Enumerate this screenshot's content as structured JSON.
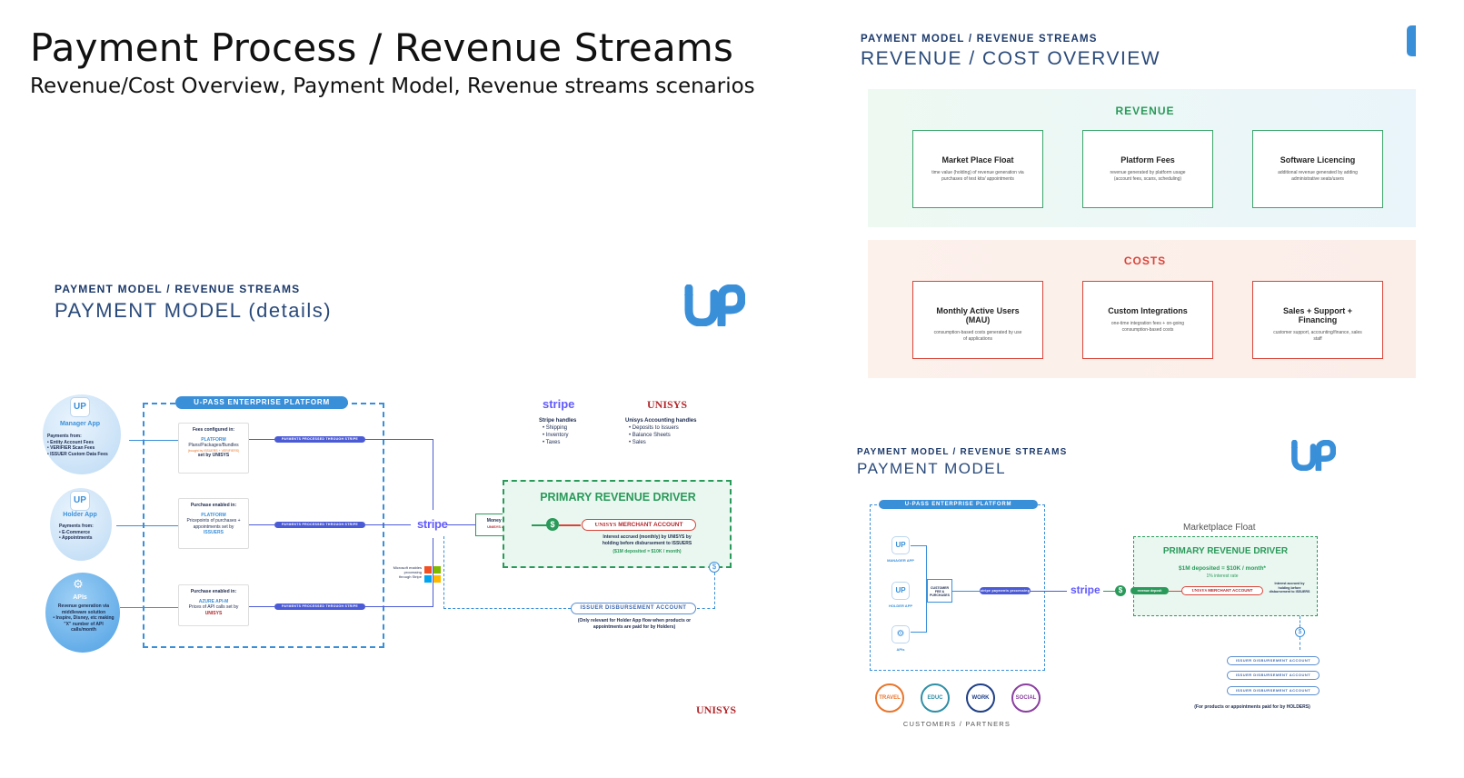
{
  "page": {
    "title": "Payment Process / Revenue Streams",
    "subtitle": "Revenue/Cost Overview, Payment Model, Revenue streams scenarios"
  },
  "colors": {
    "navy": "#1c3a6b",
    "blue": "#3a8fd9",
    "green": "#2a9a5a",
    "red": "#d9443a",
    "stripe": "#635bff",
    "unisys": "#b3282d"
  },
  "overview": {
    "eyebrow": "PAYMENT MODEL / REVENUE STREAMS",
    "title": "REVENUE / COST OVERVIEW",
    "revenue_label": "REVENUE",
    "costs_label": "COSTS",
    "revenue": [
      {
        "title": "Market Place Float",
        "desc": "time value (holding) of revenue generation via purchases of test kits/ appointments"
      },
      {
        "title": "Platform Fees",
        "desc": "revenue generated by platform usage (account fees, scans, scheduling)"
      },
      {
        "title": "Software Licencing",
        "desc": "additional revenue generated by adding administrative seats/users"
      }
    ],
    "costs": [
      {
        "title": "Monthly Active Users (MAU)",
        "desc": "consumption-based costs generated by use of applications"
      },
      {
        "title": "Custom Integrations",
        "desc": "one-time integration fees + on-going consumption-based costs"
      },
      {
        "title": "Sales + Support + Financing",
        "desc": "customer support, accounting/finance, sales staff"
      }
    ]
  },
  "details": {
    "eyebrow": "PAYMENT MODEL / REVENUE STREAMS",
    "title": "PAYMENT MODEL (details)",
    "platform_label": "U-PASS ENTERPRISE PLATFORM",
    "apps": [
      {
        "name": "Manager App",
        "payments_title": "Payments from:",
        "lines": [
          "• Entity Account Fees",
          "• VERIFIER Scan Fees",
          "• ISSUER Custom Data Fees"
        ]
      },
      {
        "name": "Holder App",
        "payments_title": "Payments from:",
        "lines": [
          "• E-Commerce",
          "• Appointments"
        ]
      },
      {
        "name": "APIs",
        "payments_title": "Revenue generation via middleware solution",
        "lines": [
          "• Inspire, Disney, etc making \"X\" number of API calls/month"
        ]
      }
    ],
    "config_boxes": [
      {
        "head": "Fees configured in:",
        "platform": "PLATFORM",
        "body": "Plans/Packages/Bundles",
        "note": "(bought by ISSUERS + VERIFIERS)",
        "foot": "set by UNISYS"
      },
      {
        "head": "Purchase enabled in:",
        "platform": "PLATFORM",
        "body": "Pricepoints of purchases + appointments set by",
        "note": "",
        "foot": "ISSUERS"
      },
      {
        "head": "Purchase enabled in:",
        "platform": "AZURE API-M",
        "body": "Prices of API calls set by",
        "note": "",
        "foot": "UNISYS"
      }
    ],
    "bar_label": "PAYMENTS PROCESSED THROUGH STRIPE",
    "stripe": "stripe",
    "unisys": "UNISYS",
    "stripe_handles_title": "Stripe handles",
    "stripe_handles": [
      "• Shipping",
      "• Inventory",
      "• Taxes"
    ],
    "unisys_handles_title": "Unisys Accounting handles",
    "unisys_handles": [
      "• Deposits to Issuers",
      "• Balance Sheets",
      "• Sales"
    ],
    "microsoft_note": "Microsoft enables processing through Stripe",
    "money_goes_in": "Money goes in:",
    "unisys_account": "UNISYS ACCOUNT",
    "primary_driver": "PRIMARY REVENUE DRIVER",
    "merchant_account": "MERCHANT ACCOUNT",
    "interest_note": "Interest accrued (monthly) by UNISYS by holding before disbursement to ISSUERS",
    "deposit_note": "($1M deposited = $10K / month)",
    "issuer_account": "ISSUER DISBURSEMENT ACCOUNT",
    "issuer_note": "(Only relevant for Holder App flow when products or appointments are paid for by Holders)"
  },
  "model": {
    "eyebrow": "PAYMENT MODEL / REVENUE STREAMS",
    "title": "PAYMENT MODEL",
    "platform_label": "U-PASS ENTERPRISE PLATFORM",
    "apps": [
      "MANAGER APP",
      "HOLDER APP",
      "APIs"
    ],
    "center_box": "CUSTOMER FEE & PURCHASES",
    "bar_label": "stripe payments processing",
    "stripe": "stripe",
    "marketplace_float": "Marketplace Float",
    "primary_driver": "PRIMARY REVENUE DRIVER",
    "deposit_line": "$1M deposited = $10K / month*",
    "interest_rate": "1% interest rate",
    "revenue_deposit": "revenue deposit",
    "merchant_account": "MERCHANT ACCOUNT",
    "interest_side_note": "Interest accrued by holding before disbursement to ISSUERS",
    "issuer_accounts": [
      "ISSUER DISBURSEMENT ACCOUNT",
      "ISSUER DISBURSEMENT ACCOUNT",
      "ISSUER DISBURSEMENT ACCOUNT"
    ],
    "issuer_note": "(For products or appointments paid for by HOLDERS)",
    "segments": [
      {
        "label": "TRAVEL",
        "color": "#e8762d"
      },
      {
        "label": "EDUC",
        "color": "#2f8fa6"
      },
      {
        "label": "WORK",
        "color": "#1f3f86"
      },
      {
        "label": "SOCIAL",
        "color": "#8a3fa0"
      }
    ],
    "customers_label": "CUSTOMERS / PARTNERS"
  }
}
